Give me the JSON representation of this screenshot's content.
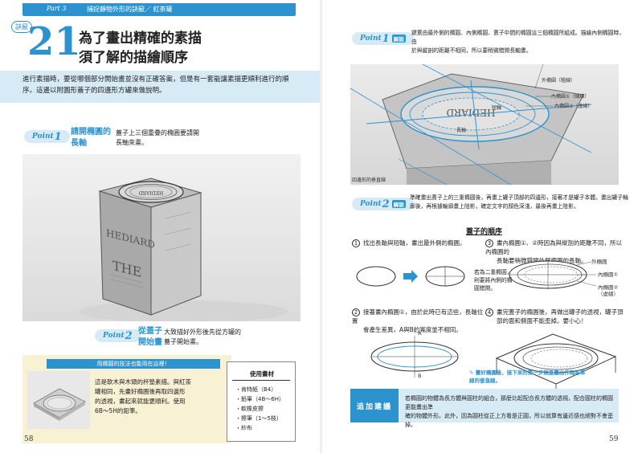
{
  "header": {
    "part": "Part 3",
    "title": "捕捉靜物外形的訣竅／ 紅茶罐"
  },
  "lesson": {
    "badge": "訣竅",
    "number": "21",
    "title_line1": "為了畫出精確的素描",
    "title_line2": "須了解的描繪順序",
    "intro_line1": "進行素描時，要從哪個部分開始畫並沒有正確答案，但是有一套能讓素描更順利進行的順",
    "intro_line2": "序。這邊以附圓形蓋子的四邊形方罐來做說明。"
  },
  "left_points": [
    {
      "tag": "Point",
      "num": "1",
      "head_line1": "請開橢圓的",
      "head_line2": "長軸",
      "text_line1": "蓋子上三個重疊的橢圓要請開",
      "text_line2": "長軸來畫。"
    },
    {
      "tag": "Point",
      "num": "2",
      "head_line1": "從蓋子",
      "head_line2": "開始畫",
      "text_line1": "大致描好外形後先從方罐的",
      "text_line2": "蓋子開始畫。"
    }
  ],
  "can_text": {
    "brand": "HEDIARD",
    "word": "THE"
  },
  "tip_box": {
    "header": "用橢圓的技法也能用在這裡！",
    "text_lines": [
      "這是軟木與木頭的杯墊素描。與紅茶",
      "罐相同，先畫好橢圓後再取四邊形",
      "的透視，畫起來就能更順利。使用",
      "6B～5H的鉛筆。"
    ]
  },
  "materials": {
    "title": "使用畫材",
    "items": [
      "・肯特紙（B4）",
      "・鉛筆（4B～6H）",
      "・軟橡皮擦",
      "・擦筆（1～5枝）",
      "・紗布"
    ]
  },
  "page_left": "58",
  "page_right": "59",
  "right_points": [
    {
      "tag": "Point",
      "num": "1",
      "sub": "解說",
      "text_line1": "鍵蓋由最外側的橢圓、內側橢圓、蓋子中間的橢圓這三個橢圓所組成。描繪內側橢圓時，由",
      "text_line2": "於與縱剖的距離不相同，所以要稍微錯開長軸畫。"
    },
    {
      "tag": "Point",
      "num": "2",
      "sub": "解說",
      "text_line1": "準確畫出蓋子上的三重橢圓後，再畫上罐子頂部的四邊形，接著才是罐子本體。畫出罐子輪",
      "text_line2": "廓後，再根據輪廓畫上陰影，確定文字的顏色深淺，最後再畫上陰影。"
    }
  ],
  "callouts": {
    "outer": "外橢圓（粗線）",
    "inner1": "內橢圓①（細線）",
    "inner2": "內橢圓②（虛線）",
    "short_axis": "短軸",
    "long_axis": "長軸",
    "box_line": "四邊形的垂直線"
  },
  "procedure": {
    "title": "蓋子的順序",
    "steps": [
      {
        "n": "1",
        "lines": [
          "找出長軸與短軸，畫出最外側的橢圓。"
        ]
      },
      {
        "n": "3",
        "lines": [
          "畫內橢圓①、②時因為與縱剖的距離不同，所以內橢圓的",
          "長軸要稍微錯開外側橢圓的長軸。"
        ]
      },
      {
        "n": "2",
        "lines": [
          "接著畫內橢圓①，由於此時已有這些，長軸位置",
          "會產生差異，A與B的寬度並不相同。"
        ]
      },
      {
        "n": "4",
        "lines": [
          "畫完蓋子的橢圓後，再做出罐子的透視，罐子頂",
          "部的面和側面不能歪掉。要小心！"
        ]
      }
    ],
    "side_note_lines": [
      "若為二重橢圓，",
      "則要將內側的橢",
      "圓錯開。"
    ],
    "diagram_labels": {
      "outer": "外橢圓",
      "inner1": "內橢圓①",
      "inner2_line1": "內橢圓②",
      "inner2_line2": "（虛線）",
      "a": "A",
      "b": "B"
    },
    "note": "畫好橢圓後，接下來的第一步就是畫出作為基準線的垂直線。"
  },
  "extra": {
    "label": "追加建議",
    "text_line1": "若橢圓的物體為長方體與圓柱的組合，那麼比起配合長方體的透視，配合圓柱的橢圓更能畫出準",
    "text_line2": "確的物體外形。此外，因為圓柱從正上方看是正圓，所以就算有邊近感也絕對不會歪掉。"
  }
}
